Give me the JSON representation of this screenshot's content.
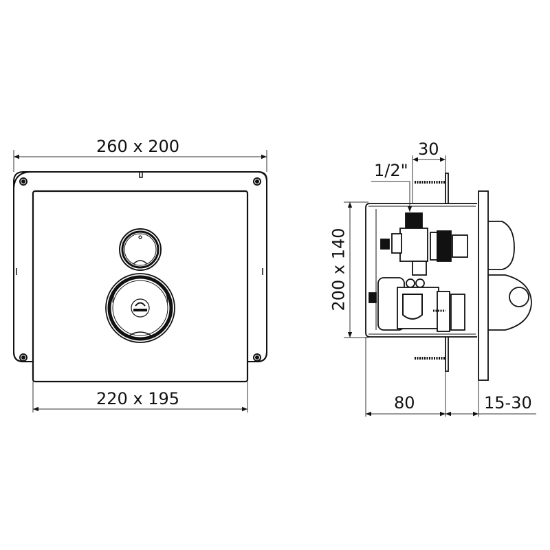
{
  "front_view": {
    "overall_dimension": "260 x 200",
    "inner_plate_dimension": "220 x 195"
  },
  "side_view": {
    "thread_size": "1/2\"",
    "screw_depth": "30",
    "height_dimension": "200 x 140",
    "body_depth": "80",
    "wall_thickness_range": "15-30"
  },
  "colors": {
    "line": "#111111",
    "dimension_line": "#333333",
    "background": "#ffffff"
  }
}
